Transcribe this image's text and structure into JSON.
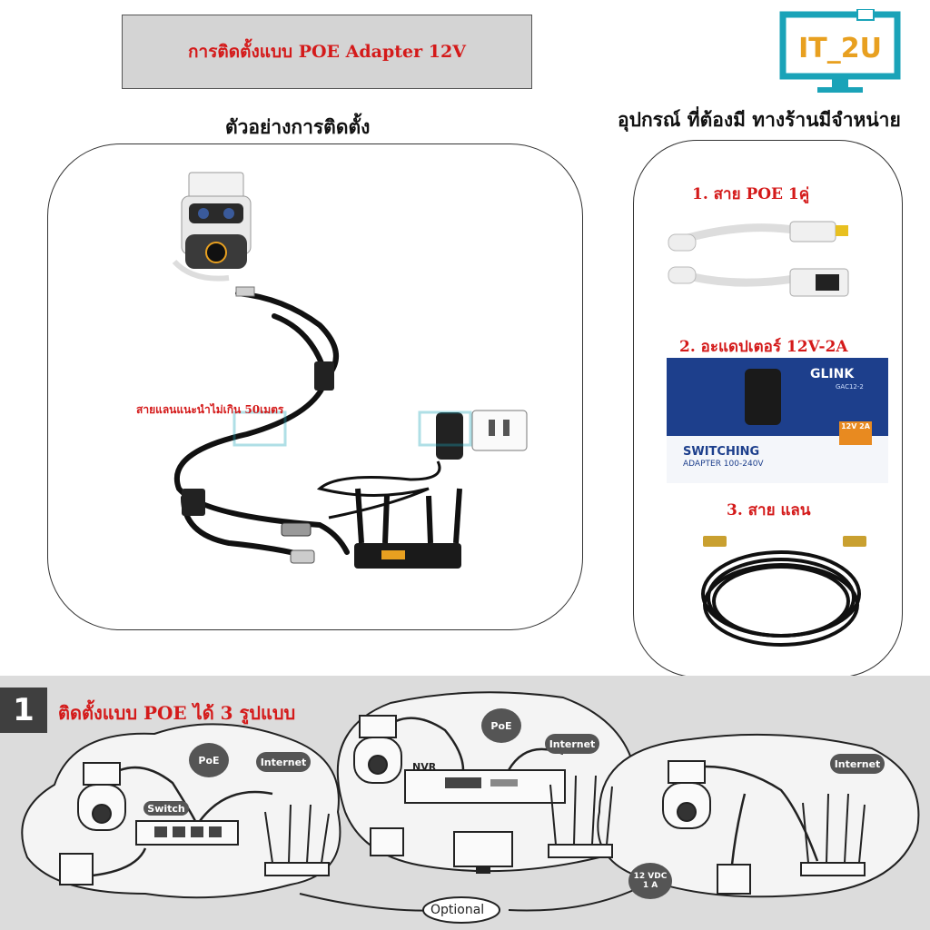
{
  "header": {
    "title": "การติดตั้งแบบ POE Adapter 12V",
    "logo_text": "IT_2U"
  },
  "example": {
    "heading": "ตัวอย่างการติดตั้ง",
    "cable_note": "สายแลนแนะนำไม่เกิน 50เมตร"
  },
  "equipment": {
    "heading": "อุปกรณ์ ที่ต้องมี ทางร้านมีจำหน่าย",
    "items": [
      {
        "label": "1. สาย POE 1คู่"
      },
      {
        "label": "2. อะแดปเตอร์  12V-2A"
      },
      {
        "label": "3. สาย แลน"
      }
    ],
    "adapter_box": {
      "brand": "GLINK",
      "model": "GAC12-2",
      "line1": "SWITCHING",
      "line2": "ADAPTER 100-240V",
      "rating": "12V 2A"
    }
  },
  "section1": {
    "number": "1",
    "title": "ติดตั้งแบบ POE ได้ 3 รูปแบบ",
    "poe_label": "PoE",
    "internet_label": "Internet",
    "switch_label": "Switch",
    "nvr_label": "NVR",
    "dc_label_1": "12 VDC",
    "dc_label_2": "1 A",
    "optional_label": "Optional"
  },
  "colors": {
    "accent_red": "#d41a1a",
    "logo_teal": "#1aa3b8",
    "logo_orange": "#e8a020"
  }
}
